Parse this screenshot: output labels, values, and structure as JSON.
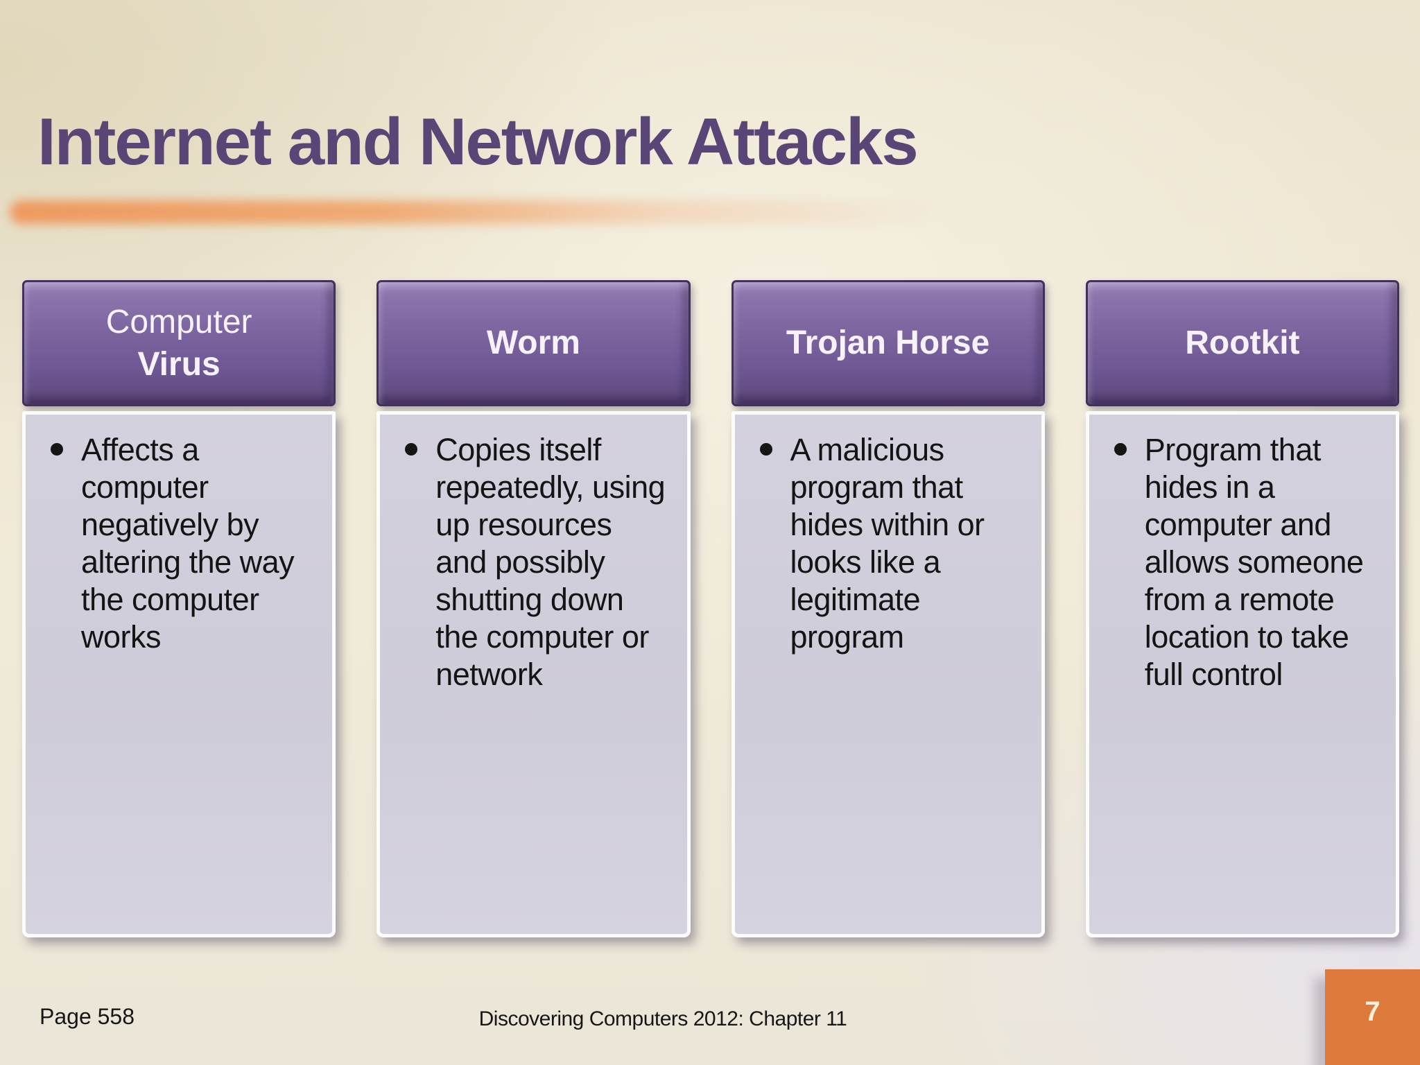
{
  "slide": {
    "title": "Internet and Network Attacks",
    "page_label": "Page 558",
    "footer_text": "Discovering Computers 2012: Chapter 11",
    "slide_number": "7"
  },
  "colors": {
    "title_purple": "#5a4577",
    "header_purple_top": "#937bb4",
    "header_purple_bottom": "#5d4779",
    "body_fill": "#d0ccd8",
    "accent_orange": "#ee9659",
    "slide_number_box": "#dd7a3b",
    "slide_number_text": "#f6eedb",
    "body_text": "#141414"
  },
  "icons": {
    "bullet": "bullet-dot-icon"
  },
  "columns": [
    {
      "header_lines": [
        {
          "text": "Computer",
          "bold": false
        },
        {
          "text": "Virus",
          "bold": true
        }
      ],
      "body": "Affects a computer negatively by altering the way the computer works"
    },
    {
      "header_lines": [
        {
          "text": "Worm",
          "bold": true
        }
      ],
      "body": "Copies itself repeatedly, using up resources and possibly shutting down the computer or network"
    },
    {
      "header_lines": [
        {
          "text": "Trojan Horse",
          "bold": true
        }
      ],
      "body": "A malicious program that hides within or looks like a legitimate program"
    },
    {
      "header_lines": [
        {
          "text": "Rootkit",
          "bold": true
        }
      ],
      "body": "Program that hides in a computer and allows someone from a remote location to take full control"
    }
  ]
}
